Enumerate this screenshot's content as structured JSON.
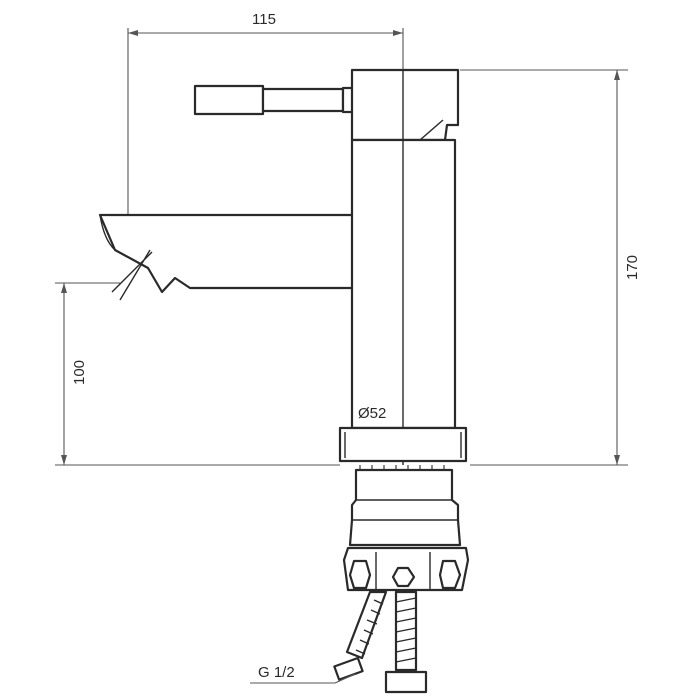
{
  "dimensions": {
    "width_label": "115",
    "height_label": "170",
    "spout_height_label": "100",
    "diameter_label": "Ø52",
    "thread_label": "G 1/2"
  }
}
